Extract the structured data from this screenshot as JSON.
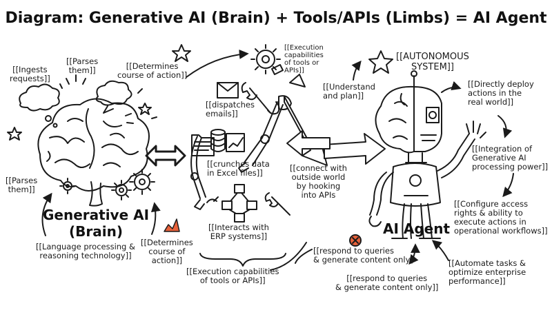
{
  "title": "Diagram: Generative AI (Brain) + Tools/APIs (Limbs) = AI Agent",
  "brain": {
    "name_line1": "Generative AI",
    "name_line2": "(Brain)",
    "ingests": [
      "[[Ingests",
      "requests]]"
    ],
    "parses_top": [
      "[[Parses",
      "them]]"
    ],
    "determines_top": [
      "[[Determines",
      "course of action]]"
    ],
    "parses_left": [
      "[[Parses",
      "them]]"
    ],
    "language": [
      "[[Language processing &",
      "reasoning technology]]"
    ],
    "determines_bottom": [
      "[[Determines",
      "course of",
      "action]]"
    ]
  },
  "tools": {
    "execution_top": [
      "[[Execution",
      "capabilities",
      "of tools or",
      "APIs]]"
    ],
    "emails": [
      "[[dispatches",
      "emails]]"
    ],
    "excel": [
      "[[crunches data",
      "in Excel files]]"
    ],
    "erp": [
      "[[Interacts with",
      "ERP systems]]"
    ],
    "execution_bottom": [
      "[[Execution capabilities",
      "of tools or APIs]]"
    ],
    "connect": [
      "[[connect with",
      "outside world",
      "by hooking",
      "into APIs"
    ]
  },
  "agent": {
    "name": "AI Agent",
    "autonomous": [
      "[[AUTONOMOUS",
      "SYSTEM]]"
    ],
    "understand": [
      "[[Understand",
      "and plan]]"
    ],
    "deploy": [
      "[[Directly deploy",
      "actions in the",
      "real world]]"
    ],
    "integration": [
      "[[Integration of",
      "Generative AI",
      "processing power]]"
    ],
    "configure": [
      "[[Configure access",
      "rights & ability to",
      "execute actions in",
      "operational workflows]]"
    ],
    "respond_crossed": [
      "[[respond to queries",
      "& generate content only]"
    ],
    "respond_bottom": [
      "[[respond to queries",
      "& generate content only]]"
    ],
    "automate": [
      "[[Automate tasks &",
      "optimize enterprise",
      "performance]]"
    ]
  },
  "colors": {
    "ink": "#1a1a1a",
    "cross_red": "#e8613a",
    "chart_red": "#e8613a"
  }
}
